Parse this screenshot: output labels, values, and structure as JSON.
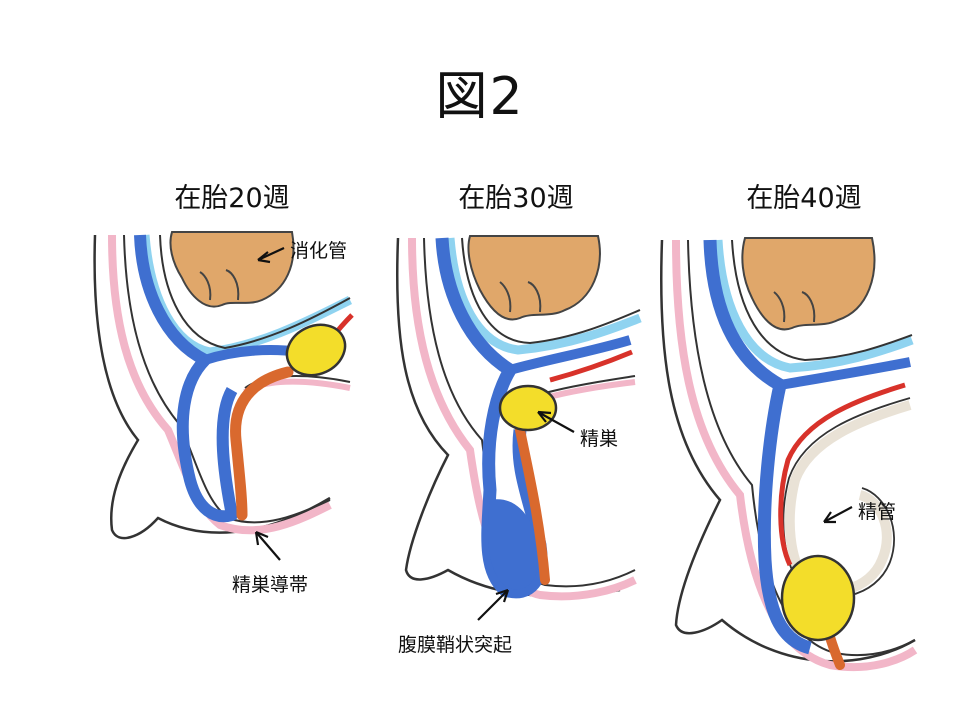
{
  "figure": {
    "title": "図2",
    "stages": [
      {
        "label": "在胎20週"
      },
      {
        "label": "在胎30週"
      },
      {
        "label": "在胎40週"
      }
    ],
    "labels": {
      "digestive_tract": "消化管",
      "gubernaculum": "精巣導帯",
      "testis": "精巣",
      "processus_vaginalis": "腹膜鞘状突起",
      "vas_deferens": "精管"
    }
  },
  "colors": {
    "peritoneum_blue": "#3f6fd0",
    "light_blue": "#8fd3f0",
    "pink": "#f2b6c8",
    "testis_yellow": "#f3dd2a",
    "gubernaculum_orange": "#d9692e",
    "intestine_tan": "#e0a76a",
    "vessel_red": "#d8322a",
    "outline": "#333333"
  }
}
